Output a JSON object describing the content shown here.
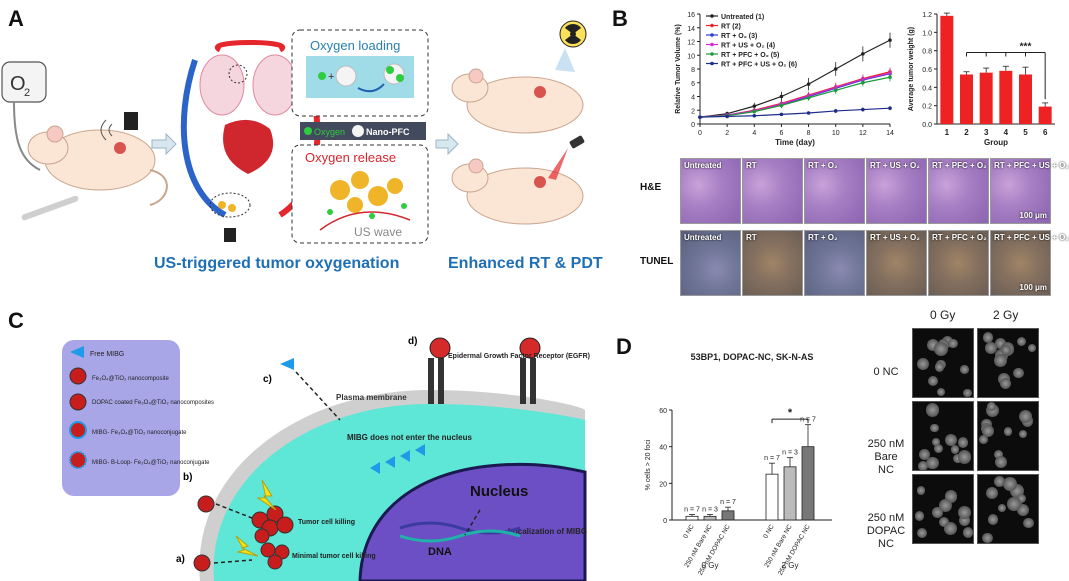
{
  "panels": {
    "A": {
      "letter": "A",
      "o2_label": "O",
      "o2_sub": "2",
      "oxygen_loading": "Oxygen loading",
      "legend_oxygen": "Oxygen",
      "legend_nanopfc": "Nano-PFC",
      "oxygen_release": "Oxygen release",
      "us_wave": "US wave",
      "caption_left": "US-triggered tumor oxygenation",
      "caption_right": "Enhanced RT & PDT"
    },
    "B": {
      "letter": "B",
      "he_label": "H&E",
      "tunel_label": "TUNEL",
      "scale_bar": "100 μm",
      "he_tiles": [
        "Untreated",
        "RT",
        "RT + O₂",
        "RT + US + O₂",
        "RT + PFC + O₂",
        "RT + PFC + US + O₂"
      ],
      "tunel_tiles": [
        "Untreated",
        "RT",
        "RT + O₂",
        "RT + US + O₂",
        "RT + PFC + O₂",
        "RT + PFC + US + O₂"
      ]
    },
    "C": {
      "letter": "C",
      "legend_free": "Free MIBG",
      "legend_1": "Fe₃O₄@TiO₂ nanocomposite",
      "legend_2": "DOPAC coated Fe₃O₄@TiO₂ nanocomposites",
      "legend_3": "MIBG- Fe₃O₄@TiO₂ nanoconjugate",
      "legend_4": "MIBG- B-Loop- Fe₃O₄@TiO₂ nanoconjugate",
      "plasma": "Plasma membrane",
      "egfr": "Epidermal Growth Factor Receptor (EGFR)",
      "mibg_not": "MIBG does not enter the nucleus",
      "nucleus": "Nucleus",
      "dna": "DNA",
      "localization": "Localization of MIBG",
      "tumor_kill": "Tumor cell killing",
      "minimal": "Minimal tumor cell killing",
      "a": "a)",
      "b": "b)",
      "c": "c)",
      "d": "d)"
    },
    "D": {
      "letter": "D",
      "col_0gy": "0 Gy",
      "col_2gy": "2 Gy",
      "row_1": "0 NC",
      "row_2": "250 nM Bare NC",
      "row_3": "250 nM DOPAC NC"
    }
  },
  "chart_data": [
    {
      "type": "line",
      "x": [
        0,
        2,
        4,
        6,
        8,
        10,
        12,
        14
      ],
      "xlabel": "Time (day)",
      "ylabel": "Relative Tumor Volume (%)",
      "xlim": [
        0,
        14
      ],
      "ylim": [
        0,
        16
      ],
      "xticks": [
        0,
        2,
        4,
        6,
        8,
        10,
        12,
        14
      ],
      "yticks": [
        0,
        2,
        4,
        6,
        8,
        10,
        12,
        14,
        16
      ],
      "legend": "top-left",
      "series": [
        {
          "name": "Untreated (1)",
          "color": "#222222",
          "values": [
            1,
            1.5,
            2.6,
            4.0,
            5.8,
            8.0,
            10.2,
            12.2
          ],
          "err": [
            0.1,
            0.3,
            0.5,
            0.7,
            0.9,
            1.0,
            1.1,
            1.1
          ]
        },
        {
          "name": "RT (2)",
          "color": "#e8242c",
          "values": [
            1,
            1.3,
            2.0,
            3.0,
            4.2,
            5.4,
            6.6,
            7.6
          ],
          "err": [
            0.1,
            0.2,
            0.3,
            0.4,
            0.5,
            0.6,
            0.6,
            0.6
          ]
        },
        {
          "name": "RT + O₂ (3)",
          "color": "#2c3fd9",
          "values": [
            1,
            1.3,
            1.9,
            2.8,
            4.0,
            5.2,
            6.4,
            7.3
          ],
          "err": [
            0.1,
            0.2,
            0.3,
            0.4,
            0.5,
            0.5,
            0.6,
            0.6
          ]
        },
        {
          "name": "RT + US + O₂ (4)",
          "color": "#d02ad0",
          "values": [
            1,
            1.3,
            1.9,
            2.9,
            4.1,
            5.3,
            6.5,
            7.4
          ],
          "err": [
            0.1,
            0.2,
            0.3,
            0.4,
            0.5,
            0.5,
            0.6,
            0.6
          ]
        },
        {
          "name": "RT + PFC + O₂ (5)",
          "color": "#1a9a3a",
          "values": [
            1,
            1.2,
            1.8,
            2.7,
            3.8,
            4.9,
            6.0,
            6.8
          ],
          "err": [
            0.1,
            0.2,
            0.3,
            0.4,
            0.4,
            0.5,
            0.5,
            0.6
          ]
        },
        {
          "name": "RT + PFC + US + O₂ (6)",
          "color": "#1e2c8a",
          "values": [
            1,
            1.1,
            1.2,
            1.4,
            1.6,
            1.9,
            2.1,
            2.3
          ],
          "err": [
            0.1,
            0.1,
            0.1,
            0.2,
            0.2,
            0.3,
            0.3,
            0.3
          ]
        }
      ]
    },
    {
      "type": "bar",
      "categories": [
        "1",
        "2",
        "3",
        "4",
        "5",
        "6"
      ],
      "values": [
        1.18,
        0.54,
        0.56,
        0.58,
        0.54,
        0.19
      ],
      "err": [
        0.03,
        0.03,
        0.05,
        0.05,
        0.08,
        0.04
      ],
      "xlabel": "Group",
      "ylabel": "Average tumor weight (g)",
      "ylim": [
        0,
        1.2
      ],
      "yticks": [
        0,
        0.2,
        0.4,
        0.6,
        0.8,
        1.0,
        1.2
      ],
      "color": "#ee2222",
      "significance": "***"
    },
    {
      "type": "bar",
      "title": "53BP1, DOPAC-NC, SK-N-AS",
      "ylabel": "% cells > 20 foci",
      "ylim": [
        0,
        60
      ],
      "yticks": [
        0,
        20,
        40,
        60
      ],
      "groups": [
        "0 Gy",
        "2 Gy"
      ],
      "categories": [
        "0 NC",
        "250 nM Bare NC",
        "250 nM DOPAC NC"
      ],
      "series": [
        {
          "group": "0 Gy",
          "values": [
            2,
            2,
            5
          ],
          "err": [
            1,
            1,
            2
          ],
          "n": [
            "n = 7",
            "n = 3",
            "n = 7"
          ]
        },
        {
          "group": "2 Gy",
          "values": [
            25,
            29,
            40
          ],
          "err": [
            6,
            5,
            12
          ],
          "n": [
            "n = 7",
            "n = 3",
            "n = 7"
          ]
        }
      ],
      "significance": "*"
    }
  ]
}
